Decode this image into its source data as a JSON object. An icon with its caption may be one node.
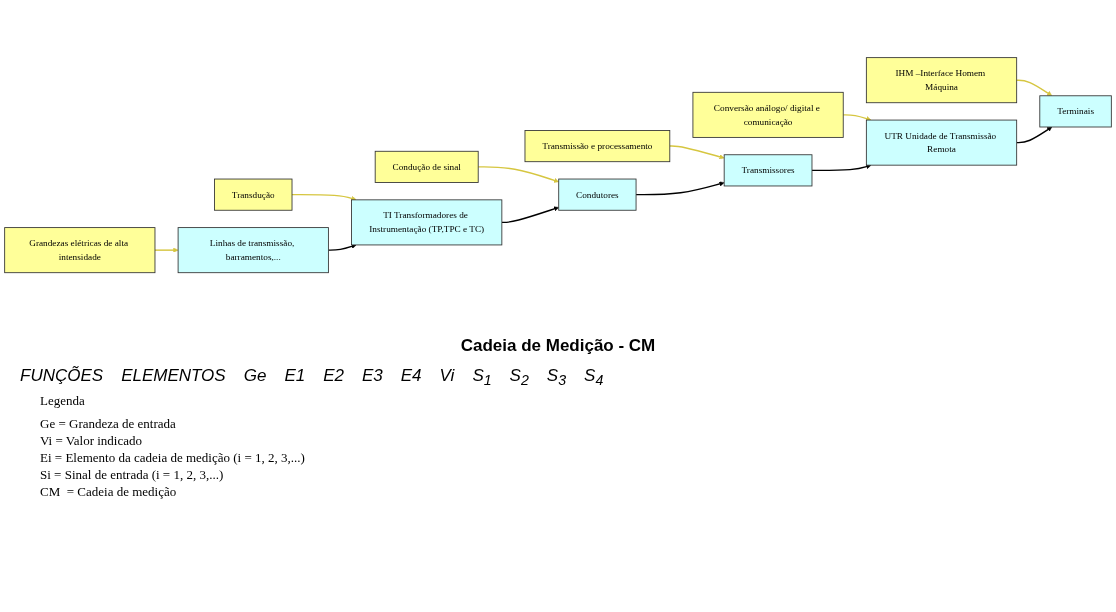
{
  "diagram": {
    "caption": "Cadeia de Medição - CM",
    "nodes": [
      {
        "text": [
          "Grandezas elétricas de alta intensidade"
        ]
      },
      {
        "text": [
          "Transdução"
        ]
      },
      {
        "text": [
          "Condução de sinal"
        ]
      },
      {
        "text": [
          "Transmissão e processamento"
        ]
      },
      {
        "text": [
          "Conversão análogo/ digital e comunicação"
        ]
      },
      {
        "text": [
          "IHM –Interface Homem Máquina"
        ]
      },
      {
        "text": [
          "Linhas de transmissão, barramentos,..."
        ]
      },
      {
        "text": [
          "TI Transformadores de Instrumentação (TP,TPC e TC)"
        ]
      },
      {
        "text": [
          "Condutores"
        ]
      },
      {
        "text": [
          "Transmissores"
        ]
      },
      {
        "text": [
          "UTR Unidade de Transmissão Remota"
        ]
      },
      {
        "text": [
          "Terminais"
        ]
      }
    ],
    "edges": [
      {
        "from": 0,
        "to": 6,
        "arrow": "to"
      },
      {
        "from": 1,
        "to": 7,
        "arrow": "to"
      },
      {
        "from": 2,
        "to": 8,
        "arrow": "to"
      },
      {
        "from": 3,
        "to": 9,
        "arrow": "to"
      },
      {
        "from": 4,
        "to": 10,
        "arrow": "to"
      },
      {
        "from": 5,
        "to": 11,
        "arrow": "to"
      },
      {
        "from": 6,
        "to": 7,
        "arrow": "to",
        "color": "#000000"
      },
      {
        "from": 7,
        "to": 8,
        "arrow": "to",
        "color": "#000000"
      },
      {
        "from": 8,
        "to": 9,
        "arrow": "to",
        "color": "#000000"
      },
      {
        "from": 9,
        "to": 10,
        "arrow": "to",
        "color": "#000000"
      },
      {
        "from": 10,
        "to": 11,
        "arrow": "to",
        "color": "#000000"
      }
    ],
    "labels": [
      "FUNÇÕES",
      "ELEMENTOS",
      "Ge",
      "E1",
      "E2",
      "E3",
      "E4",
      "Vi",
      "S$_{1}$",
      "S$_{2}$",
      "S$_{3}$",
      "S$_{4}$",
      "Legenda",
      "Ge = Grandeza de entrada",
      "Vi = Valor indicado",
      "Ei = Elemento da cadeia de medição (i = 1, 2, 3,...)",
      "Si = Sinal de entrada (i = 1, 2, 3,...)",
      "CM  = Cadeia de medição"
    ]
  }
}
